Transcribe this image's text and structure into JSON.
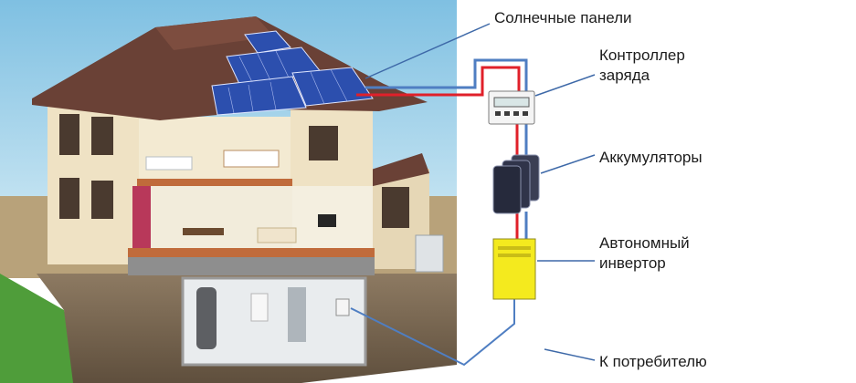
{
  "labels": {
    "solar_panels": "Солнечные панели",
    "charge_controller_1": "Контроллер",
    "charge_controller_2": "заряда",
    "batteries": "Аккумуляторы",
    "inverter_1": "Автономный",
    "inverter_2": "инвертор",
    "to_consumer": "К потребителю"
  },
  "colors": {
    "sky": "#9ecfe6",
    "roof": "#6a4136",
    "wall": "#efe2c4",
    "solar_panel": "#2c4fae",
    "positive_wire": "#e0202a",
    "negative_wire": "#4f7ec2",
    "pointer_line": "#3e69a8",
    "battery": "#262a3c",
    "inverter": "#f4ea1e",
    "soil": "#7c6a55",
    "grass": "#4f9d3a"
  }
}
